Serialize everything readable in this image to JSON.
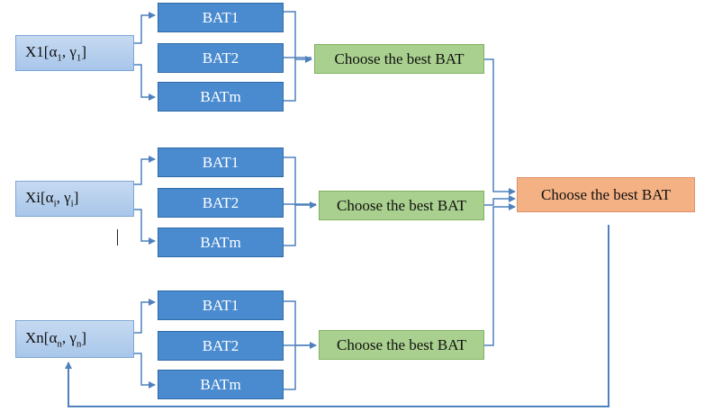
{
  "groups": [
    {
      "x_label": {
        "name": "X1[α",
        "sub": "1",
        "mid": ", γ",
        "sub2": "1",
        "end": "]"
      },
      "bats": [
        "BAT1",
        "BAT2",
        "BATm"
      ],
      "choose": "Choose the best BAT"
    },
    {
      "x_label": {
        "name": "Xi[α",
        "sub": "i",
        "mid": ", γ",
        "sub2": "i",
        "end": "]"
      },
      "bats": [
        "BAT1",
        "BAT2",
        "BATm"
      ],
      "choose": "Choose the best BAT"
    },
    {
      "x_label": {
        "name": "Xn[α",
        "sub": "n",
        "mid": ", γ",
        "sub2": "n",
        "end": "]"
      },
      "bats": [
        "BAT1",
        "BAT2",
        "BATm"
      ],
      "choose": "Choose the best BAT"
    }
  ],
  "final": "Choose the best BAT",
  "colors": {
    "arrow": "#4f81bd",
    "x_fill": "#b4cfee",
    "bat_fill": "#4a8bd0",
    "choose_fill": "#a9d08e",
    "final_fill": "#f4b183"
  }
}
